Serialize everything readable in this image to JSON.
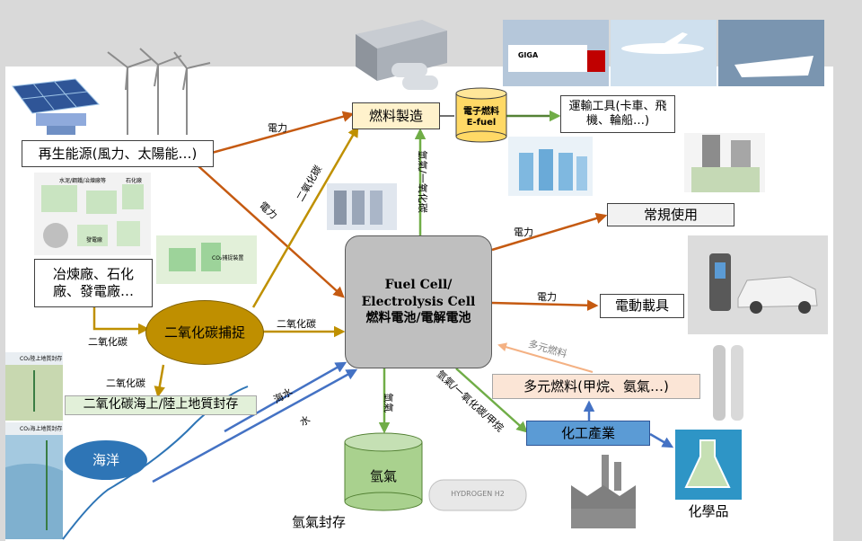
{
  "nodes": {
    "renewable": "再生能源(風力、太陽能…)",
    "plants": "冶煉廠、石化廠、發電廠…",
    "capture": "二氧化碳捕捉",
    "storage_geo": "二氧化碳海上/陸上地質封存",
    "ocean": "海洋",
    "fuel_make": "燃料製造",
    "efuel_cn": "電子燃料",
    "efuel_en": "E-fuel",
    "transport": "運輸工具(卡車、飛機、輪船…)",
    "general_use": "常規使用",
    "ev": "電動載具",
    "fc_en1": "Fuel Cell/",
    "fc_en2": "Electrolysis Cell",
    "fc_cn": "燃料電池/電解電池",
    "multi_fuel": "多元燃料(甲烷、氨氣…)",
    "chem_ind": "化工產業",
    "chemicals": "化學品",
    "h2": "氫氣",
    "h2_storage": "氫氣封存",
    "hydrogen_tank": "HYDROGEN H2",
    "giga": "GIGA"
  },
  "edge_labels": {
    "power1": "電力",
    "power2": "電力",
    "co2_up": "二氧化碳",
    "co2_mid": "二氧化碳",
    "co2_left": "二氧化碳",
    "co2_down": "二氧化碳",
    "h2_co2": "氫氣/一氧化碳",
    "power_general": "電力",
    "power_ev": "電力",
    "multi_fuel_back": "多元燃料",
    "seawater": "海水",
    "water": "水",
    "h2_down": "氫氣",
    "h2_co_ch4": "氫氣/一氧化碳/甲烷"
  },
  "map_labels": {
    "steel": "水泥/鋼鐵/冶煉廠等",
    "petro": "石化廠",
    "power_plant": "發電廠",
    "co2_cap_tag": "CO₂捕捉裝置",
    "co2_land": "CO₂陸上地質封存",
    "co2_sea": "CO₂海上地質封存"
  },
  "colors": {
    "orange_arrow": "#c55a11",
    "gold_arrow": "#bf9000",
    "green_arrow": "#70ad47",
    "blue_arrow": "#4472c4",
    "capture_fill": "#bf8f00",
    "fuel_make_fill": "#fff2cc",
    "fc_fill": "#bfbfbf",
    "multi_fuel_fill": "#fbe5d6",
    "chem_fill": "#5b9bd5",
    "storage_fill": "#e2f0d9",
    "h2_fill": "#a9d18e",
    "ocean_fill": "#2e75b6"
  }
}
